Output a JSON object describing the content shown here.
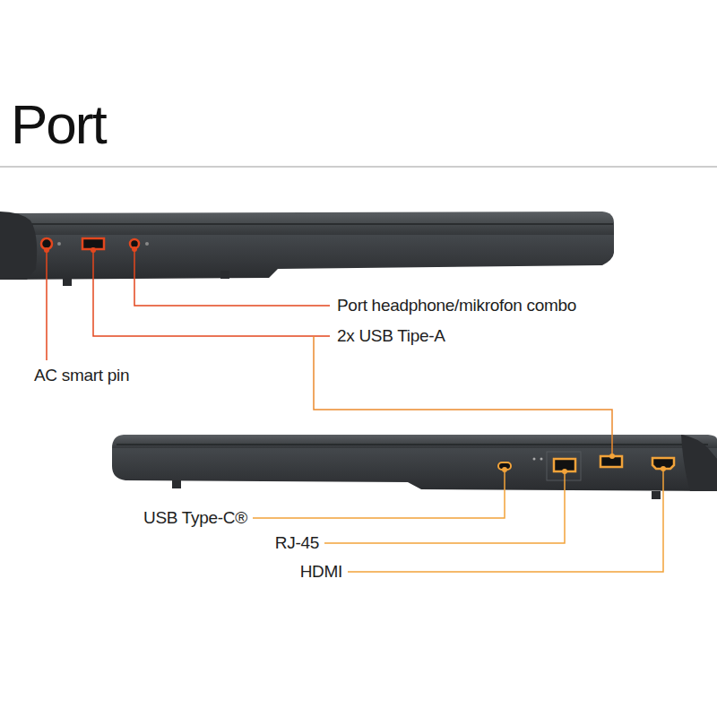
{
  "diagram": {
    "title": "Port",
    "labels": [
      "Port headphone/mikrofon combo",
      "2x USB Tipe-A",
      "AC smart pin",
      "USB Type-C®",
      "RJ-45",
      "HDMI"
    ]
  }
}
